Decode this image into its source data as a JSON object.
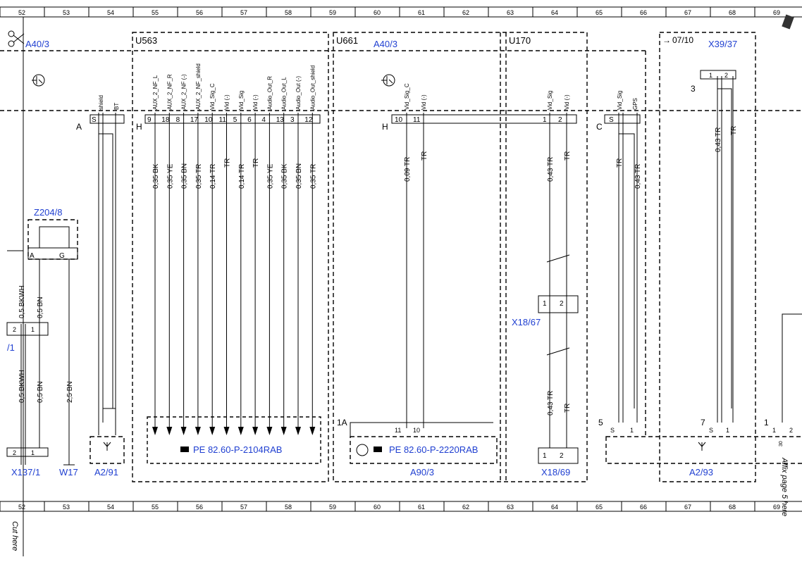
{
  "ruler": {
    "cols": [
      "52",
      "53",
      "54",
      "55",
      "56",
      "57",
      "58",
      "59",
      "60",
      "61",
      "62",
      "63",
      "64",
      "65",
      "66",
      "67",
      "68",
      "69"
    ]
  },
  "modules": {
    "a40_left": "A40/3",
    "u563": "U563",
    "u661": "U661",
    "a40_mid": "A40/3",
    "u170": "U170",
    "date": "07/10",
    "x39": "X39/37",
    "z204": "Z204/8",
    "x137": "X137/1",
    "w17": "W17",
    "a291": "A2/91",
    "a903": "A90/3",
    "x1869": "X18/69",
    "x1867": "X18/67",
    "a293": "A2/93",
    "slash1": "/1"
  },
  "connectors": {
    "A": "A",
    "H1": "H",
    "H2": "H",
    "C": "C",
    "n3": "3",
    "n1A": "1A",
    "n5": "5",
    "n7": "7",
    "n1": "1",
    "z_A": "A",
    "z_G": "G"
  },
  "u563_pins": {
    "signals": [
      "AUX_2_NF_L",
      "AUX_2_NF_R",
      "AUX_2_NF (-)",
      "AUX_2_NF_shield",
      "Vid_Sig_C",
      "Vid (-)",
      "Vid_Sig",
      "Vid (-)",
      "Audio_Out_R",
      "Audio_Out_L",
      "Audio_Out (-)",
      "Audio_Out_shield"
    ],
    "numbers": [
      "9",
      "18",
      "8",
      "17",
      "10",
      "11",
      "5",
      "6",
      "4",
      "13",
      "3",
      "12"
    ],
    "wires": [
      "0,35 BK",
      "0,35 YE",
      "0,35 BN",
      "0,35 TR",
      "0,14 TR",
      "TR",
      "0,14 TR",
      "TR",
      "0,35 YE",
      "0,35 BK",
      "0,35 BN",
      "0,35 TR"
    ]
  },
  "a2_shield": {
    "s": "S",
    "shield": "shield",
    "bt": "BT"
  },
  "u661_pins": {
    "signals": [
      "Vid_Sig_C",
      "Vid (-)"
    ],
    "numbers": [
      "10",
      "11"
    ],
    "wires": [
      "0,09 TR",
      "TR"
    ],
    "bottom": [
      "11",
      "10"
    ]
  },
  "u170_pins": {
    "signals": [
      "Vid_Sig",
      "Vid (-)"
    ],
    "numbers": [
      "1",
      "2"
    ],
    "wires_top": [
      "0,43 TR",
      "TR"
    ],
    "wires_bottom": [
      "0,43 TR",
      "TR"
    ]
  },
  "c_pins": {
    "s": "S",
    "signals": [
      "Vid_Sig",
      "GPS"
    ],
    "wires": [
      "TR",
      "0,43 TR"
    ]
  },
  "x39_pins": {
    "numbers": [
      "1",
      "2"
    ],
    "wires": [
      "0,43 TR",
      "TR"
    ]
  },
  "left_wires": {
    "w1": "0,5 BKWH",
    "w2": "0,5 BN",
    "w3": "0,5 BKWH",
    "w4": "0,5 BN",
    "w5": "2,5 BN"
  },
  "plug_numbers": {
    "p2": "2",
    "p1": "1",
    "x18_1": "1",
    "x18_2": "2",
    "x1869_1": "1",
    "x1869_2": "2",
    "s5": "S",
    "s5_1": "1",
    "s7": "S",
    "s7_1": "1",
    "r1": "1",
    "r2": "2",
    "r30": "30"
  },
  "refs": {
    "pe1": "PE 82.60-P-2104RAB",
    "pe2": "PE 82.60-P-2220RAB"
  },
  "side": {
    "affix": "Affix page 5 here",
    "cut": "Cut here"
  }
}
